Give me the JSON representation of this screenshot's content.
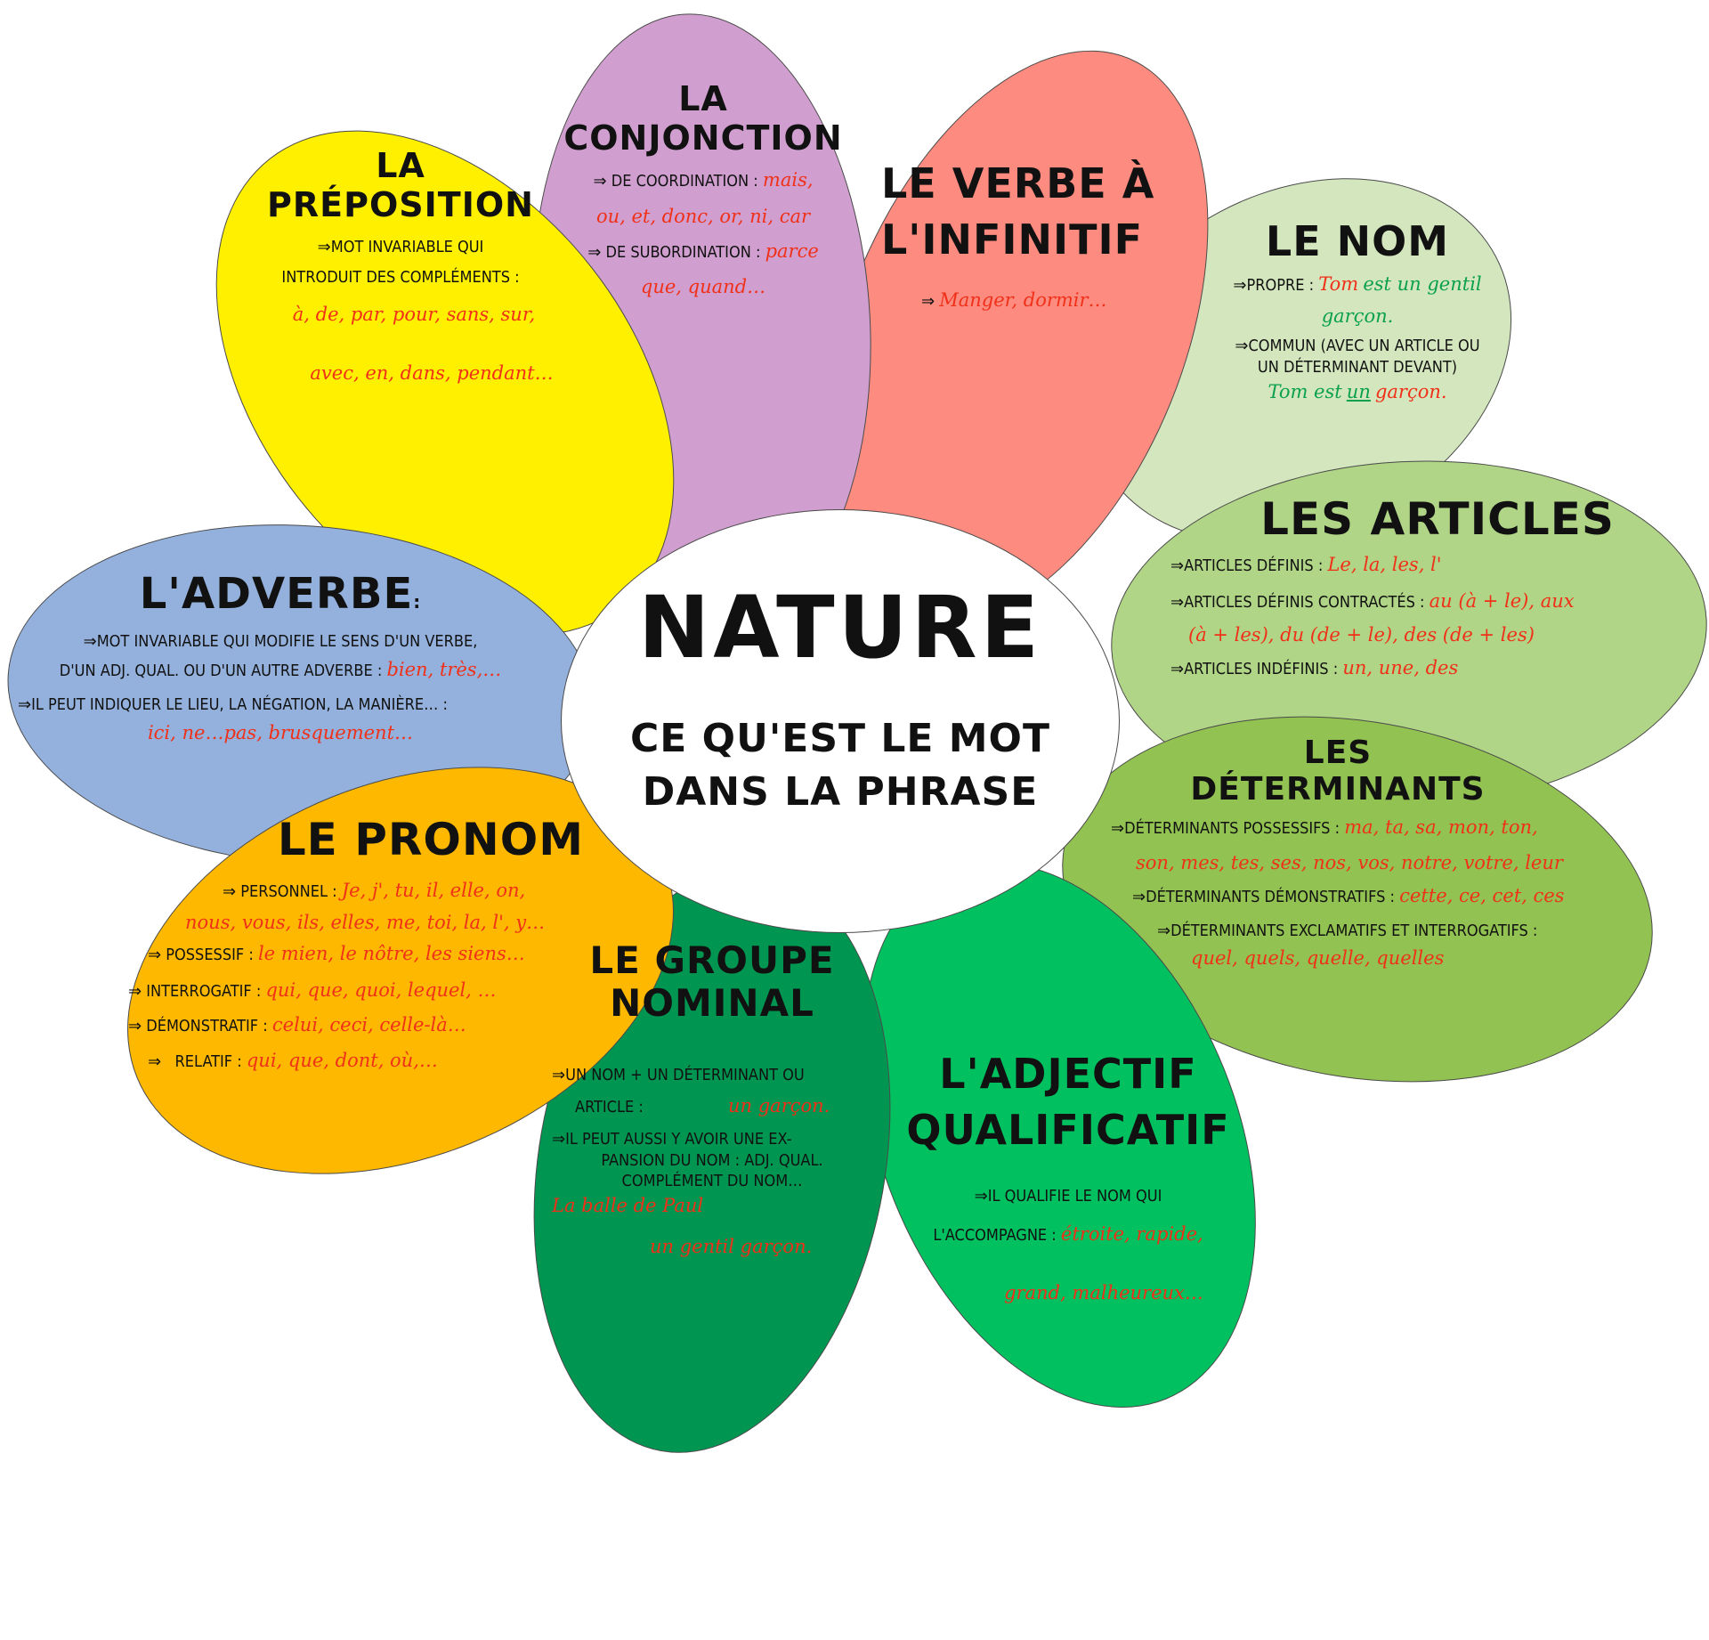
{
  "center": {
    "title": "NATURE",
    "subtitle_line1": "CE QU'EST LE MOT",
    "subtitle_line2": "DANS LA PHRASE",
    "color": "#ffffff"
  },
  "colors": {
    "example_red": "#f03018",
    "example_green": "#0aa050",
    "outline": "#4a4a4a"
  },
  "petals": {
    "preposition": {
      "color": "#fff000",
      "title_line1": "LA",
      "title_line2": "PRÉPOSITION",
      "arrow": "⇒",
      "def_line1": "MOT INVARIABLE QUI",
      "def_line2": "INTRODUIT DES COMPLÉMENTS :",
      "ex_line1": "à, de, par, pour, sans, sur,",
      "ex_line2": "avec, en, dans, pendant…"
    },
    "conjonction": {
      "color": "#d09fcf",
      "title_line1": "LA",
      "title_line2": "CONJONCTION",
      "arrow": "⇒",
      "coord_label": "DE COORDINATION :",
      "coord_ex1": "mais,",
      "coord_ex2": "ou, et, donc, or, ni, car",
      "sub_label": "DE SUBORDINATION :",
      "sub_ex1": "parce",
      "sub_ex2": "que, quand…"
    },
    "verbe": {
      "color": "#fd8b80",
      "title_line1": "LE VERBE À",
      "title_line2": "L'INFINITIF",
      "arrow": "⇒",
      "ex": "Manger, dormir…"
    },
    "nom": {
      "color": "#d3e6bd",
      "title": "LE NOM",
      "arrow": "⇒",
      "propre_label": "PROPRE :",
      "propre_ex_red": "Tom",
      "propre_ex_green": "est un gentil",
      "propre_ex_green2": "garçon.",
      "commun_line1": "COMMUN (AVEC UN ARTICLE OU",
      "commun_line2": "UN DÉTERMINANT DEVANT)",
      "commun_ex_green": "Tom est",
      "commun_ex_underline": "un",
      "commun_ex_red": "garçon."
    },
    "articles": {
      "color": "#b0d586",
      "title": "LES ARTICLES",
      "arrow": "⇒",
      "def_label": "ARTICLES DÉFINIS :",
      "def_ex": "Le, la, les, l'",
      "contr_label": "ARTICLES DÉFINIS CONTRACTÉS :",
      "contr_ex1": "au (à + le), aux",
      "contr_ex2": "(à + les), du (de + le), des (de + les)",
      "indef_label": "ARTICLES INDÉFINIS :",
      "indef_ex": "un, une, des"
    },
    "determinants": {
      "color": "#92c251",
      "title_line1": "LES",
      "title_line2": "DÉTERMINANTS",
      "arrow": "⇒",
      "poss_label": "DÉTERMINANTS POSSESSIFS :",
      "poss_ex1": "ma, ta, sa, mon, ton,",
      "poss_ex2": "son, mes, tes, ses, nos, vos, notre, votre, leur",
      "dem_label": "DÉTERMINANTS DÉMONSTRATIFS :",
      "dem_ex": "cette, ce, cet, ces",
      "excl_label": "DÉTERMINANTS EXCLAMATIFS ET INTERROGATIFS :",
      "excl_ex": "quel, quels, quelle, quelles"
    },
    "adjectif": {
      "color": "#00c060",
      "title_line1": "L'ADJECTIF",
      "title_line2": "QUALIFICATIF",
      "arrow": "⇒",
      "def_line1": "IL QUALIFIE LE NOM QUI",
      "def_line2": "L'ACCOMPAGNE :",
      "ex1": "étroite, rapide,",
      "ex2": "grand, malheureux…"
    },
    "groupe_nominal": {
      "color": "#009651",
      "title_line1": "LE GROUPE",
      "title_line2": "NOMINAL",
      "arrow": "⇒",
      "def1_line1": "UN NOM + UN DÉTERMINANT OU",
      "def1_line2": "ARTICLE :",
      "def1_ex": "un garçon.",
      "def2_line1": "IL PEUT AUSSI Y AVOIR UNE EX-",
      "def2_line2": "PANSION DU NOM : ADJ. QUAL.",
      "def2_line3": "COMPLÉMENT DU NOM…",
      "ex1": "La balle de Paul",
      "ex2": "un gentil garçon."
    },
    "pronom": {
      "color": "#ffb800",
      "title": "LE PRONOM",
      "arrow": "⇒",
      "pers_label": "PERSONNEL :",
      "pers_ex1": "Je, j', tu, il, elle, on,",
      "pers_ex2": "nous, vous, ils, elles, me, toi, la, l', y…",
      "poss_label": "POSSESSIF :",
      "poss_ex": "le mien, le nôtre, les siens…",
      "interr_label": "INTERROGATIF :",
      "interr_ex": "qui, que, quoi, lequel, …",
      "dem_label": "DÉMONSTRATIF :",
      "dem_ex": "celui, ceci, celle-là…",
      "rel_label": "RELATIF :",
      "rel_ex": "qui, que, dont, où,…"
    },
    "adverbe": {
      "color": "#93b1dc",
      "title": "L'ADVERBE",
      "title_suffix": ":",
      "arrow": "⇒",
      "def1_line1": "MOT INVARIABLE QUI MODIFIE LE SENS D'UN VERBE,",
      "def1_line2": "D'UN ADJ. QUAL. OU D'UN AUTRE ADVERBE :",
      "def1_ex": "bien, très,…",
      "def2_line1": "IL PEUT INDIQUER LE LIEU, LA NÉGATION, LA MANIÈRE… :",
      "def2_ex": "ici, ne…pas, brusquement…"
    }
  }
}
